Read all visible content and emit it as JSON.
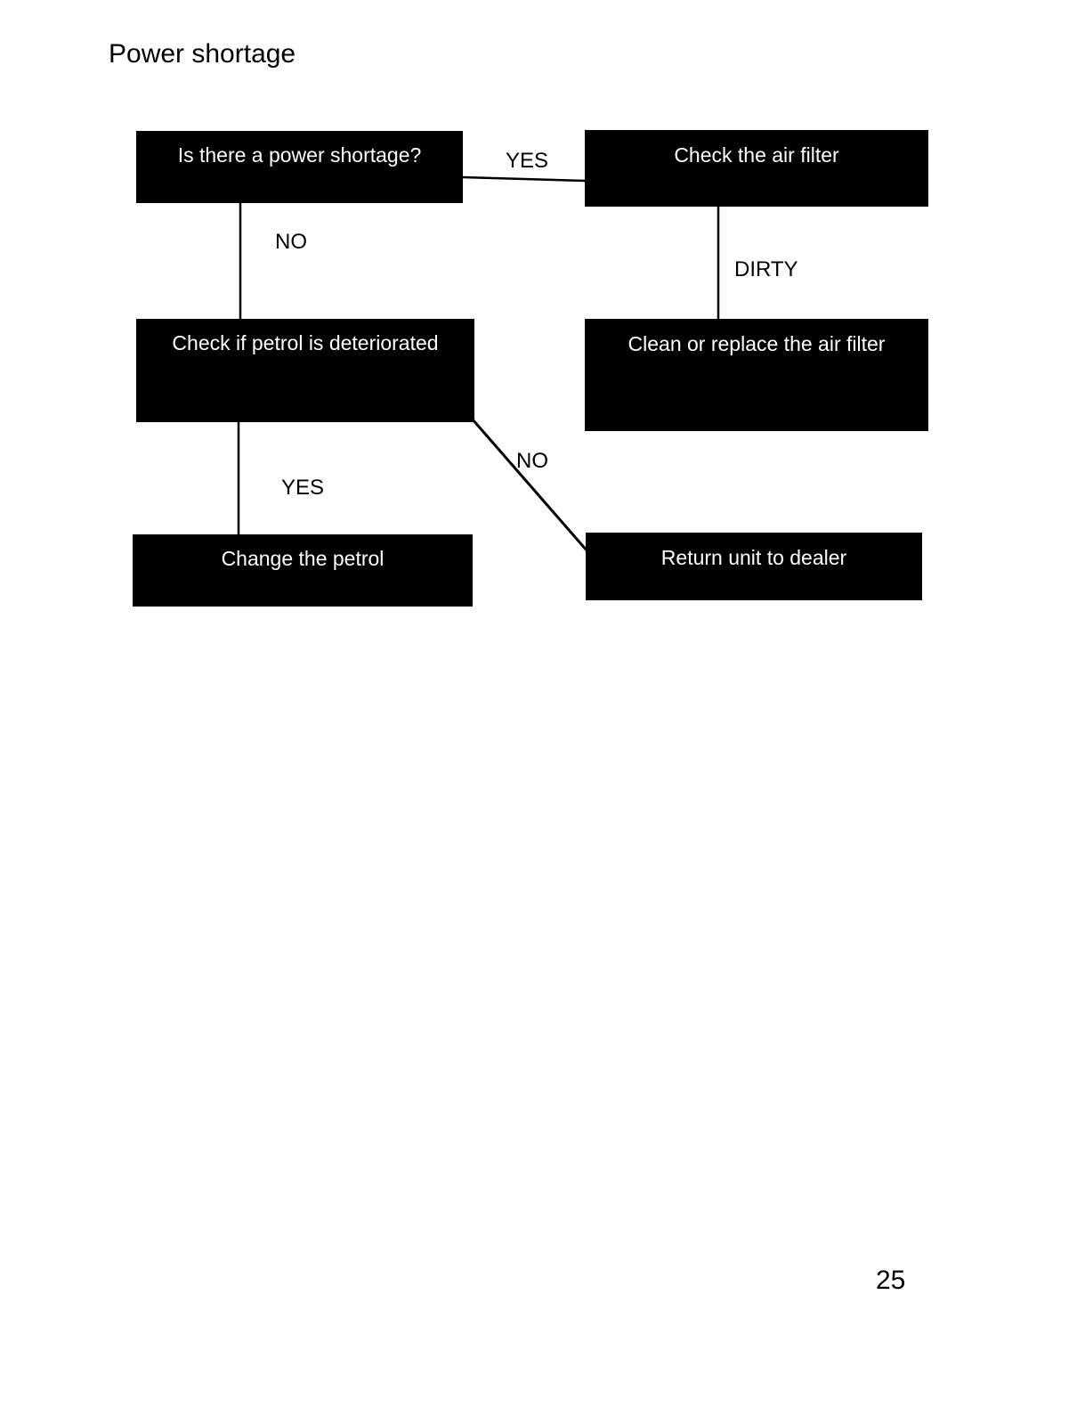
{
  "document": {
    "title": "Power shortage",
    "page_number": "25",
    "background_color": "#ffffff",
    "box_fill_color": "#000000",
    "box_text_color": "#ffffff",
    "line_color": "#000000"
  },
  "flowchart": {
    "nodes": [
      {
        "id": "power-shortage",
        "label": "Is there a power shortage?"
      },
      {
        "id": "check-air-filter",
        "label": "Check the air filter"
      },
      {
        "id": "check-petrol",
        "label": "Check if petrol is deteriorated"
      },
      {
        "id": "clean-air-filter",
        "label": "Clean or replace the air filter"
      },
      {
        "id": "change-petrol",
        "label": "Change the petrol"
      },
      {
        "id": "return-dealer",
        "label": "Return unit to dealer"
      }
    ],
    "edges": [
      {
        "from": "power-shortage",
        "to": "check-air-filter",
        "label": "YES"
      },
      {
        "from": "power-shortage",
        "to": "check-petrol",
        "label": "NO"
      },
      {
        "from": "check-air-filter",
        "to": "clean-air-filter",
        "label": "DIRTY"
      },
      {
        "from": "check-petrol",
        "to": "change-petrol",
        "label": "YES"
      },
      {
        "from": "check-petrol",
        "to": "return-dealer",
        "label": "NO"
      }
    ],
    "edge_labels": {
      "yes_top": "YES",
      "no_left": "NO",
      "dirty": "DIRTY",
      "yes_lower": "YES",
      "no_lower": "NO"
    }
  }
}
